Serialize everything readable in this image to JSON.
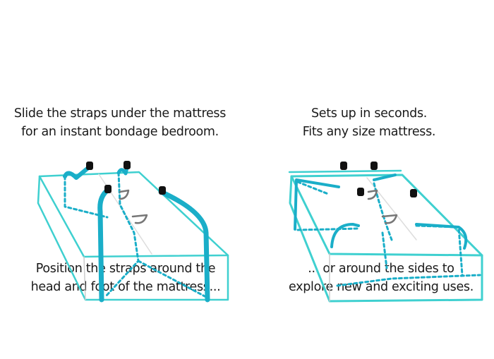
{
  "captions": {
    "top_left": [
      "Slide the straps under the mattress",
      "for an instant bondage bedroom."
    ],
    "top_right": [
      "Sets up in seconds.",
      "Fits any size mattress."
    ],
    "bottom_left": [
      "Position the straps around the",
      "head and foot of the mattress..."
    ],
    "bottom_right": [
      "... or around the sides to",
      "explore new and exciting uses."
    ]
  },
  "colors": {
    "outline": "#3fd0d0",
    "strap": "#1aaec8",
    "cuff": "#111111",
    "ring": "#777777"
  }
}
